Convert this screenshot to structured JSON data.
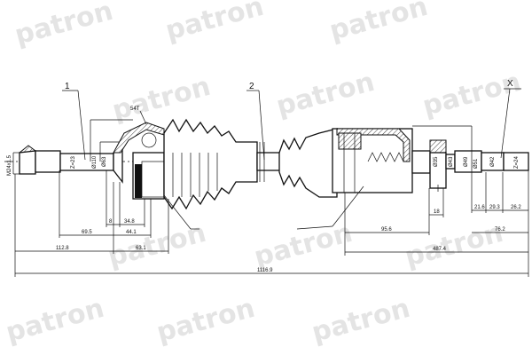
{
  "watermark": "patron",
  "callouts": [
    "1",
    "2",
    "X",
    "54T"
  ],
  "vertical_labels": {
    "thread": "M24x1.5",
    "outer_spline": "Z=23",
    "outer_d1": "Ø110",
    "outer_d2": "Ø63",
    "inner_d1": "Ø35",
    "inner_d2": "Ø43",
    "inner_d3": "Ø49",
    "inner_d4": "Ø51",
    "inner_d5": "Ø42",
    "inner_spline": "Z=24"
  },
  "dimensions": {
    "d8": "8",
    "d34_8": "34.8",
    "d69_5": "69.5",
    "d44_1": "44.1",
    "d112_8": "112.8",
    "d63_1": "63.1",
    "total": "1116.9",
    "d95_6": "95.6",
    "d18": "18",
    "d487_4": "487.4",
    "d21_6": "21.6",
    "d29_3": "29.3",
    "d26_2": "26.2",
    "d76_2": "76.2"
  }
}
